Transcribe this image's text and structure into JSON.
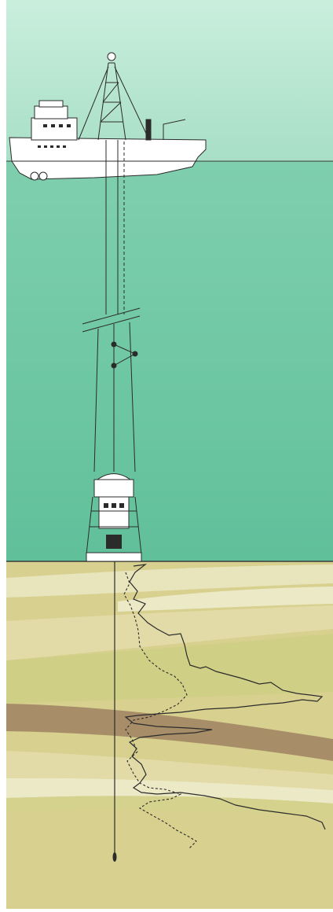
{
  "figure": {
    "background_colors": {
      "sky_top": "#c9eedd",
      "sky_bottom": "#a8dfc6",
      "sea_top": "#7fcfae",
      "sea_bottom": "#60c09a",
      "seabed_line": "#3a3a3a",
      "sediment_base": "#d8d08f",
      "sediment_pale": "#ece9c6",
      "sediment_light": "#e2dba7",
      "sediment_green": "#cfcf86",
      "sediment_brown": "#a88e68",
      "ship_hull": "#ffffff",
      "outline": "#2b2b2b"
    },
    "components": [
      "drilling-ship",
      "drill-string",
      "seafloor-drill-rig",
      "borehole",
      "log-curve-solid",
      "log-curve-dashed",
      "sediment-layers"
    ]
  }
}
